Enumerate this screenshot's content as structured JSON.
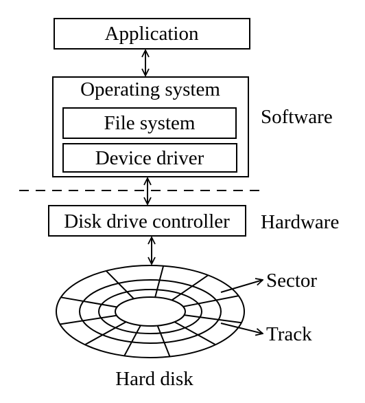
{
  "boxes": {
    "application": "Application",
    "operating_system": "Operating system",
    "file_system": "File system",
    "device_driver": "Device driver",
    "disk_drive_controller": "Disk drive controller"
  },
  "side_labels": {
    "software": "Software",
    "hardware": "Hardware"
  },
  "disk_labels": {
    "sector": "Sector",
    "track": "Track",
    "caption": "Hard disk"
  }
}
